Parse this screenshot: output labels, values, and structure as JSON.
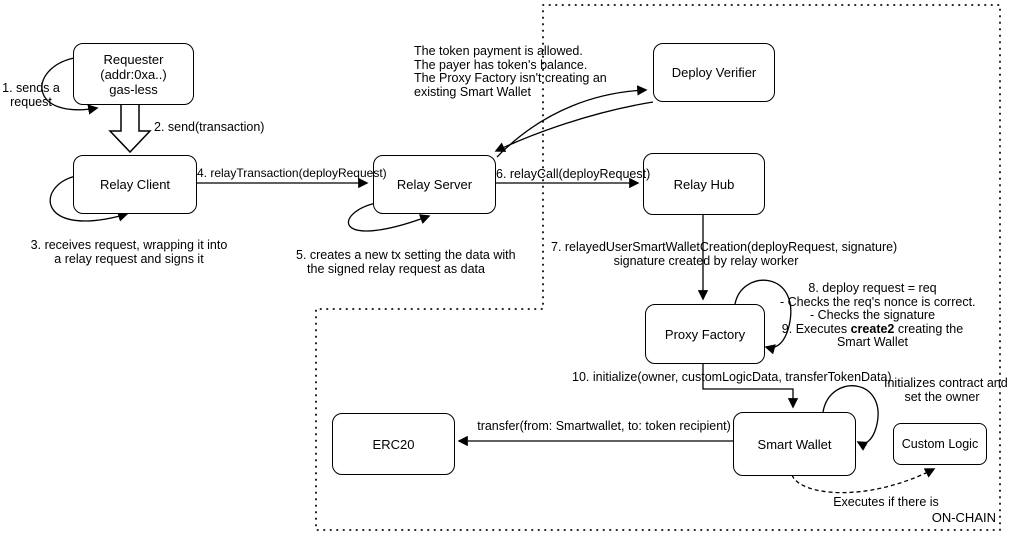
{
  "on_chain_label": "ON-CHAIN",
  "nodes": {
    "requester": {
      "line1": "Requester",
      "line2": "(addr:0xa..)",
      "line3": "gas-less"
    },
    "relay_client": {
      "label": "Relay Client"
    },
    "relay_server": {
      "label": "Relay Server"
    },
    "deploy_verifier": {
      "label": "Deploy Verifier"
    },
    "relay_hub": {
      "label": "Relay Hub"
    },
    "proxy_factory": {
      "label": "Proxy Factory"
    },
    "smart_wallet": {
      "label": "Smart Wallet"
    },
    "erc20": {
      "label": "ERC20"
    },
    "custom_logic": {
      "label": "Custom Logic"
    }
  },
  "annotations": {
    "step1": {
      "line1": "1. sends a",
      "line2": "request"
    },
    "step2": "2. send(transaction)",
    "step3": {
      "line1": "3. receives request, wrapping it into",
      "line2": "a relay request and signs it"
    },
    "step4": "4. relayTransaction(deployRequest)",
    "step5": {
      "line1": "5. creates a new tx setting the data with",
      "line2": "the signed relay request as data"
    },
    "step6": "6. relayCall(deployRequest)",
    "verifier_note": {
      "line1": "The token payment is allowed.",
      "line2": "The payer has token's balance.",
      "line3": "The Proxy Factory isn't creating an",
      "line4": "existing Smart Wallet"
    },
    "step7": {
      "line1": "7. relayedUserSmartWalletCreation(deployRequest, signature)",
      "line2": "signature created by relay worker"
    },
    "step8_9": {
      "line1": "8. deploy request = req",
      "line2": "- Checks the req's nonce is correct.",
      "line3": "- Checks the signature",
      "line4_pre": "9. Executes ",
      "line4_bold": "create2",
      "line4_post": " creating the",
      "line5": "Smart Wallet"
    },
    "step10": "10. initialize(owner, customLogicData, transferTokenData)",
    "init_note": {
      "line1": "Initializes contract and",
      "line2": "set the owner"
    },
    "transfer_label": "transfer(from: Smartwallet, to: token recipient)",
    "executes_label": "Executes if there is"
  },
  "colors": {
    "stroke": "#000000",
    "background": "#ffffff"
  }
}
